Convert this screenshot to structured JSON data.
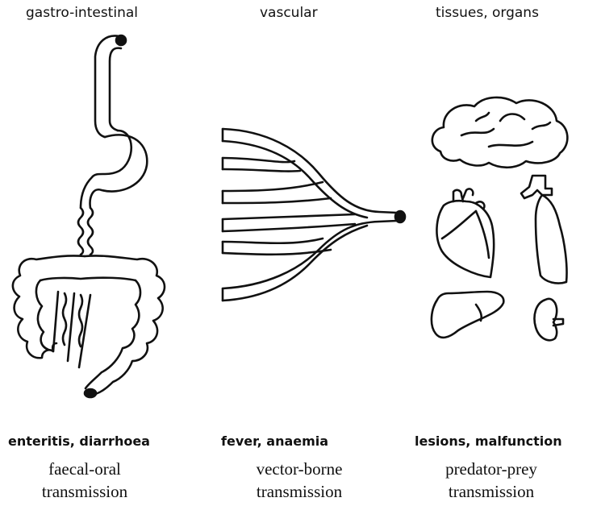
{
  "columns": [
    {
      "header": "gastro-intestinal",
      "condition": "enteritis, diarrhoea",
      "route_line1": "faecal-oral",
      "route_line2": "transmission"
    },
    {
      "header": "vascular",
      "condition": "fever, anaemia",
      "route_line1": "vector-borne",
      "route_line2": "transmission"
    },
    {
      "header": "tissues, organs",
      "condition": "lesions, malfunction",
      "route_line1": "predator-prey",
      "route_line2": "transmission"
    }
  ]
}
